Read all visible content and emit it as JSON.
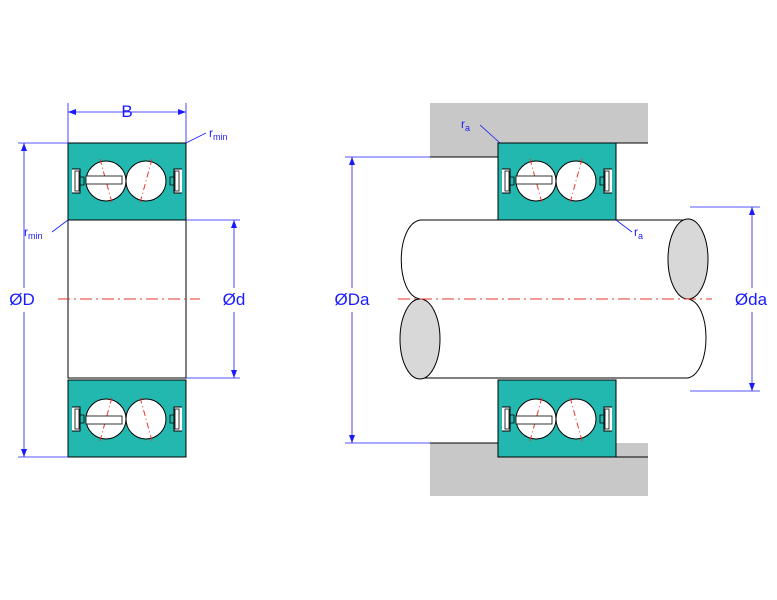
{
  "colors": {
    "ring": "#22b8b0",
    "housing": "#c8c8c8",
    "dimension": "#1a1aff",
    "centerline": "#e8352a",
    "shaft_end": "#d8d8d8",
    "outline": "#000000"
  },
  "left_view": {
    "label_B": "B",
    "label_rmin_top": {
      "base": "r",
      "sub": "min"
    },
    "label_rmin_side": {
      "base": "r",
      "sub": "min"
    },
    "label_D": "ØD",
    "label_d": "Ød"
  },
  "right_view": {
    "label_ra_top": {
      "base": "r",
      "sub": "a"
    },
    "label_ra_side": {
      "base": "r",
      "sub": "a"
    },
    "label_Da": "ØDa",
    "label_da": "Øda"
  }
}
